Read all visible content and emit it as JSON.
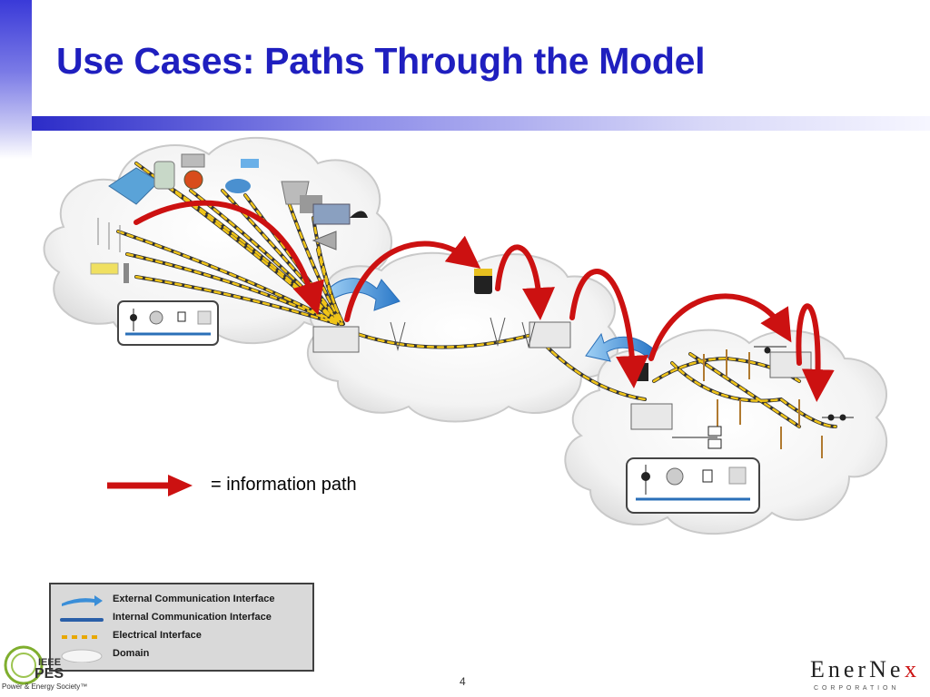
{
  "slide": {
    "title": "Use Cases:  Paths Through the Model",
    "page_number": "4",
    "information_path_label": "= information path"
  },
  "legend": {
    "items": [
      {
        "label": "External Communication Interface",
        "symbol": "blue-arrow-icon"
      },
      {
        "label": "Internal Communication Interface",
        "symbol": "blue-line-icon"
      },
      {
        "label": "Electrical Interface",
        "symbol": "dashed-yellow-line-icon"
      },
      {
        "label": "Domain",
        "symbol": "cloud-icon"
      }
    ]
  },
  "logos": {
    "left": {
      "name": "ieee-pes-logo",
      "text": "Power & Energy Society™"
    },
    "right": {
      "name": "enernex-logo",
      "text": "EnerNex",
      "subtext": "C O R P O R A T I O N"
    }
  },
  "colors": {
    "title": "#1f1fbf",
    "info_path": "#cc1111",
    "electrical": "#e8c020",
    "external_comm": "#3a8ed8",
    "cloud": "#f2f2f2"
  }
}
